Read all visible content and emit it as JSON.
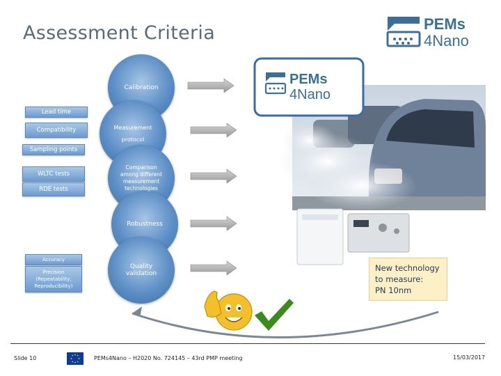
{
  "slide": {
    "title": "Assessment Criteria"
  },
  "header_logo": {
    "line1": "PEMs",
    "line2": "4Nano"
  },
  "steps": [
    {
      "label_line1": "Calibration",
      "label_line2": ""
    },
    {
      "label_line1": "Measurement",
      "label_line2": "protocol"
    },
    {
      "label_line1": "Comparison among different measurement technologies",
      "label_line2": ""
    },
    {
      "label_line1": "Robustness",
      "label_line2": ""
    },
    {
      "label_line1": "Quality",
      "label_line2": "validation"
    }
  ],
  "side_labels": {
    "lead_time": "Lead time",
    "compatibility": "Compatibility",
    "sampling_points": "Sampling points",
    "wltc_tests": "WLTC tests",
    "rde_tests": "RDE tests",
    "accuracy": "Accuracy",
    "precision_line1": "Precision",
    "precision_line2": "(Repeatability,",
    "precision_line3": "Reproducibility)"
  },
  "photo_logo": {
    "line1": "PEMs",
    "line2": "4Nano"
  },
  "new_technology": {
    "line1": "New technology",
    "line2": "to measure:",
    "line3": "PN 10nm"
  },
  "footer": {
    "slide_number": "Slide 10",
    "meeting": "PEMs4Nano – H2020 No. 724145 – 43rd PMP meeting",
    "date": "15/03/2017"
  },
  "colors": {
    "circle": "#5d8fc6",
    "box": "#6b9bd0",
    "title": "#5a6a76",
    "brand": "#3b6f98",
    "new_tech_bg": "#fdf0c7",
    "check": "#3a8a1e"
  }
}
